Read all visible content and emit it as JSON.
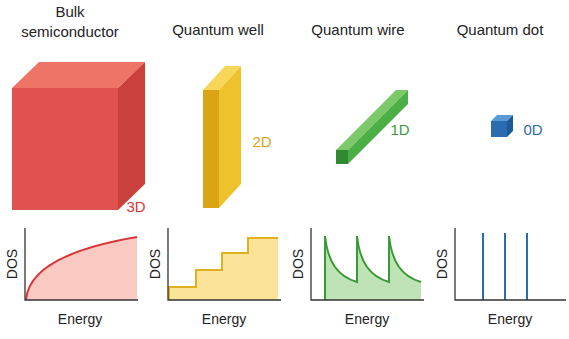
{
  "diagram": {
    "labels": [
      "Bulk semiconductor",
      "Quantum well",
      "Quantum wire",
      "Quantum dot",
      "3D",
      "2D",
      "1D",
      "0D",
      "DOS",
      "Energy",
      "DOS",
      "Energy",
      "DOS",
      "Energy",
      "DOS",
      "Energy"
    ]
  }
}
